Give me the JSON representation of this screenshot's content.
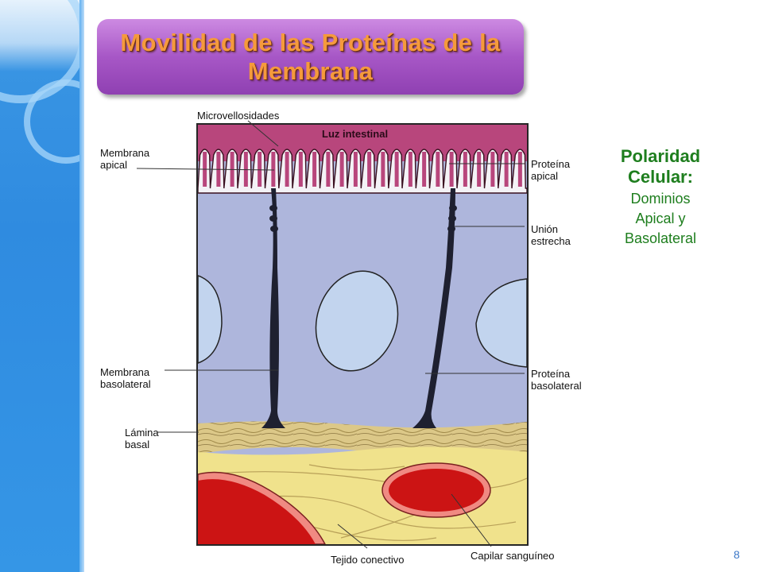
{
  "slide": {
    "title": "Movilidad de las Proteínas de la Membrana",
    "page_number": "8",
    "colors": {
      "sidebar_blue": "#2f8be0",
      "title_bg": "#a757c6",
      "title_text": "#f59a3c",
      "note_green": "#1e7e1e"
    }
  },
  "diagram": {
    "labels": {
      "microvellosidades": "Microvellosidades",
      "luz_intestinal": "Luz intestinal",
      "membrana_apical": "Membrana\napical",
      "proteina_apical": "Proteína\napical",
      "union_estrecha": "Unión\nestrecha",
      "membrana_basolateral": "Membrana\nbasolateral",
      "proteina_basolateral": "Proteína\nbasolateral",
      "lamina_basal": "Lámina\nbasal",
      "tejido_conectivo": "Tejido conectivo",
      "capilar_sanguineo": "Capilar sanguíneo"
    },
    "colors": {
      "lumen": "#b8467c",
      "cytoplasm": "#aeb6dc",
      "nucleus": "#c2d4ee",
      "junction": "#1e2030",
      "basal_lamina": "#dcc888",
      "connective": "#f0e28c",
      "capillary": "#cc1414",
      "capillary_rim": "#f08a82"
    }
  },
  "side_note": {
    "heading": "Polaridad\nCelular:",
    "body": "Dominios\nApical y\nBasolateral"
  }
}
